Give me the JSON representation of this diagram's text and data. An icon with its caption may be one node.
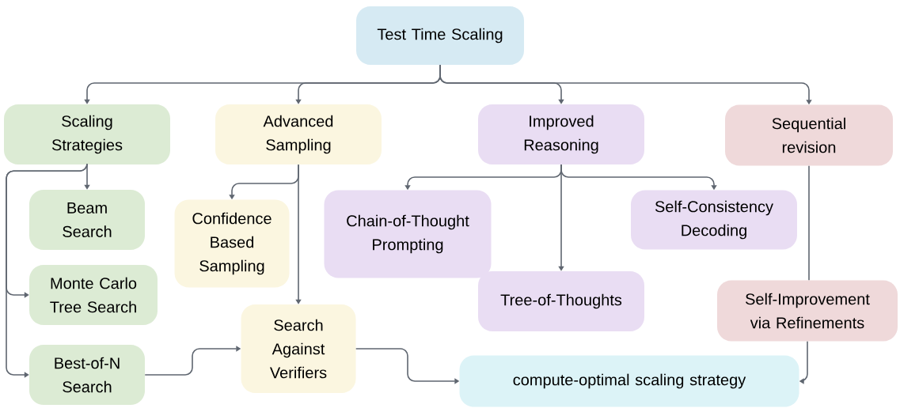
{
  "diagram": {
    "nodes": [
      {
        "text": [
          "Test Time Scaling"
        ]
      },
      {
        "text": [
          "Scaling Strategies"
        ]
      },
      {
        "text": [
          "Advanced Sampling"
        ]
      },
      {
        "text": [
          "Improved Reasoning"
        ]
      },
      {
        "text": [
          "Sequential revision"
        ]
      },
      {
        "text": [
          "Beam Search"
        ]
      },
      {
        "text": [
          "Monte Carlo Tree Search"
        ]
      },
      {
        "text": [
          "Best-of-N Search"
        ]
      },
      {
        "text": [
          "Confidence Based Sampling"
        ]
      },
      {
        "text": [
          "Search Against Verifiers"
        ]
      },
      {
        "text": [
          "Chain-of-Thought Prompting"
        ]
      },
      {
        "text": [
          "Tree-of-Thoughts"
        ]
      },
      {
        "text": [
          "Self-Consistency Decoding"
        ]
      },
      {
        "text": [
          "Self-Improvement via Refinements"
        ]
      },
      {
        "text": [
          "compute-optimal scaling strategy"
        ]
      }
    ],
    "edges": [
      {
        "from": 0,
        "to": 1,
        "arrow": "to"
      },
      {
        "from": 0,
        "to": 2,
        "arrow": "to"
      },
      {
        "from": 0,
        "to": 3,
        "arrow": "to"
      },
      {
        "from": 0,
        "to": 4,
        "arrow": "to"
      },
      {
        "from": 1,
        "to": 5,
        "arrow": "to"
      },
      {
        "from": 1,
        "to": 6,
        "arrow": "to"
      },
      {
        "from": 1,
        "to": 7,
        "arrow": "to"
      },
      {
        "from": 2,
        "to": 8,
        "arrow": "to"
      },
      {
        "from": 2,
        "to": 9,
        "arrow": "to"
      },
      {
        "from": 3,
        "to": 10,
        "arrow": "to"
      },
      {
        "from": 3,
        "to": 11,
        "arrow": "to"
      },
      {
        "from": 3,
        "to": 12,
        "arrow": "to"
      },
      {
        "from": 4,
        "to": 13,
        "arrow": "none"
      },
      {
        "from": 13,
        "to": 14,
        "arrow": "to"
      },
      {
        "from": 7,
        "to": 9,
        "arrow": "to"
      },
      {
        "from": 9,
        "to": 14,
        "arrow": "to"
      }
    ]
  }
}
